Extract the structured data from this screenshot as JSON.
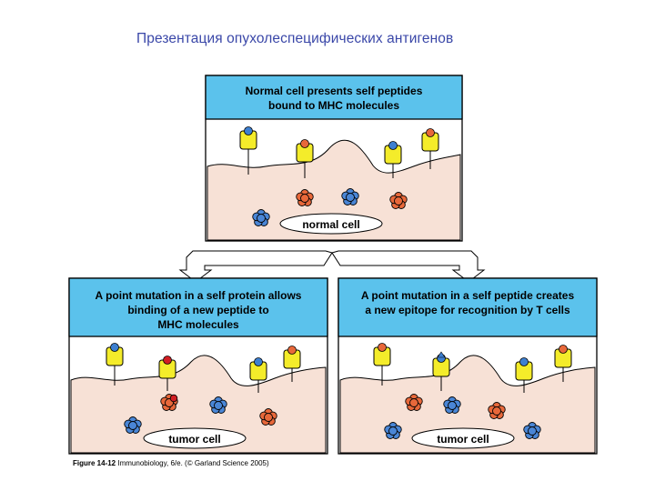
{
  "page": {
    "title": "Презентация опухолеспецифических антигенов"
  },
  "panels": {
    "top": {
      "header_line1": "Normal cell presents self peptides",
      "header_line2": "bound to MHC molecules",
      "cell_label": "normal cell"
    },
    "left": {
      "header_line1": "A point mutation in a self protein allows",
      "header_line2": "binding of a new peptide to",
      "header_line3": "MHC molecules",
      "cell_label": "tumor cell"
    },
    "right": {
      "header_line1": "A point mutation in a self peptide creates",
      "header_line2": "a new epitope for recognition by T cells",
      "cell_label": "tumor cell"
    }
  },
  "caption": {
    "figure": "Figure 14-12",
    "source": "Immunobiology, 6/e. (© Garland Science 2005)"
  },
  "colors": {
    "header_fill": "#5bc2ec",
    "cell_fill": "#f7e1d6",
    "mhc_fill": "#f4ec2a",
    "peptide_blue": "#3d7fd0",
    "peptide_orange": "#e8683a",
    "peptide_red": "#d11e23",
    "protein_blue": "#4a86d6"
  }
}
